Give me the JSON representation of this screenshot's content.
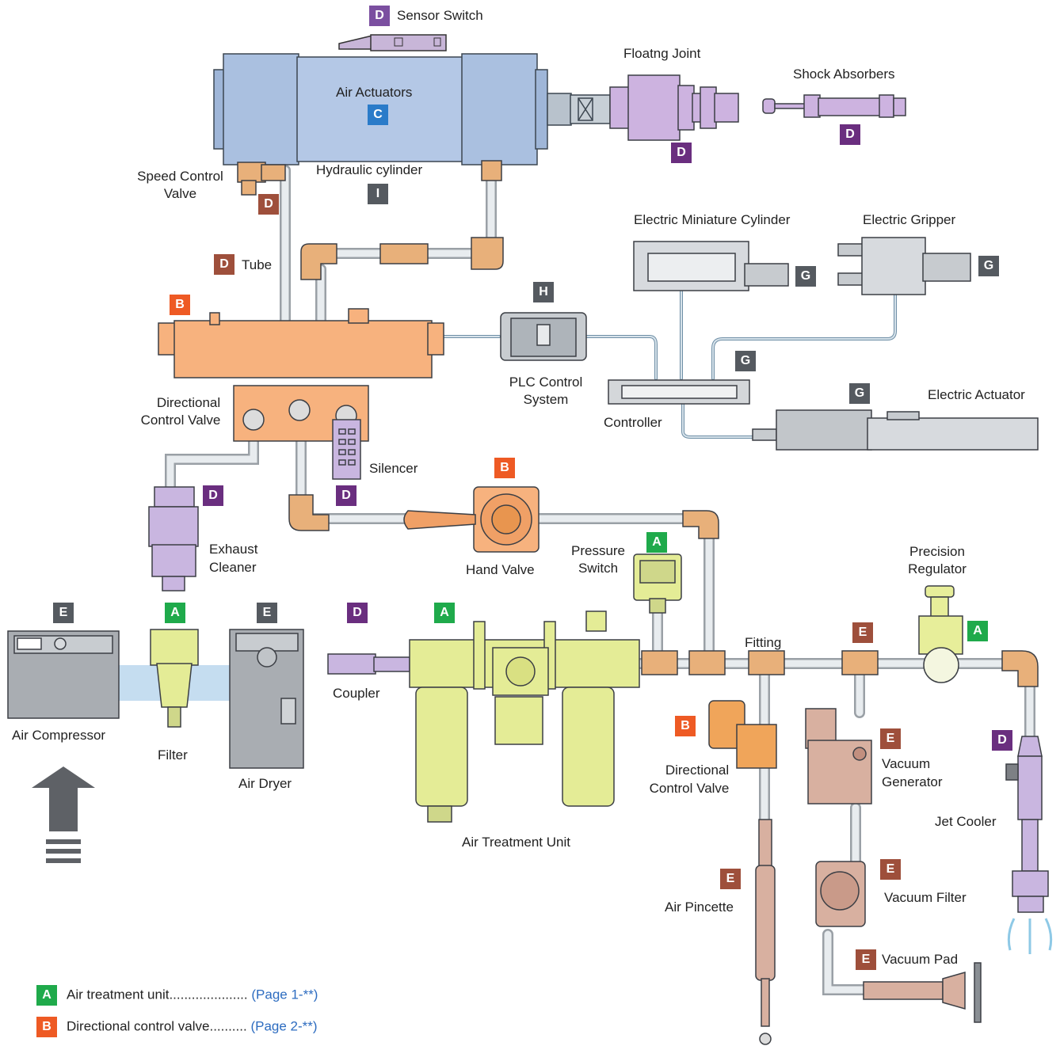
{
  "colors": {
    "A": "#1faa4b",
    "B": "#ee5a24",
    "C": "#2a7bc9",
    "D_dark": "#6a2e7f",
    "D_light": "#7b4fa0",
    "E": "#9e4f3b",
    "G": "#555a60",
    "H": "#555a60",
    "I": "#555a60",
    "link": "#2d6cc0"
  },
  "labels": {
    "sensor_switch": "Sensor Switch",
    "air_actuators": "Air Actuators",
    "floating_joint": "Floatng Joint",
    "shock_absorbers": "Shock Absorbers",
    "speed_control_1": "Speed Control",
    "speed_control_2": "Valve",
    "hydraulic_cylinder": "Hydraulic cylinder",
    "tube": "Tube",
    "electric_mini_cylinder": "Electric Miniature Cylinder",
    "electric_gripper": "Electric Gripper",
    "plc_1": "PLC Control",
    "plc_2": "System",
    "controller": "Controller",
    "electric_actuator": "Electric Actuator",
    "dcv_1": "Directional",
    "dcv_2": "Control Valve",
    "silencer": "Silencer",
    "exhaust_1": "Exhaust",
    "exhaust_2": "Cleaner",
    "hand_valve": "Hand Valve",
    "pressure_1": "Pressure",
    "pressure_2": "Switch",
    "precision_1": "Precision",
    "precision_2": "Regulator",
    "fitting": "Fitting",
    "air_compressor": "Air Compressor",
    "filter": "Filter",
    "air_dryer": "Air Dryer",
    "coupler": "Coupler",
    "air_treatment_unit": "Air Treatment Unit",
    "dcv2_1": "Directional",
    "dcv2_2": "Control Valve",
    "vacuum_gen_1": "Vacuum",
    "vacuum_gen_2": "Generator",
    "jet_cooler": "Jet Cooler",
    "air_pincette": "Air Pincette",
    "vacuum_filter": "Vacuum Filter",
    "vacuum_pad": "Vacuum Pad"
  },
  "badges": {
    "A": "A",
    "B": "B",
    "C": "C",
    "D": "D",
    "E": "E",
    "G": "G",
    "H": "H",
    "I": "I"
  },
  "legend": [
    {
      "badge": "A",
      "text": "Air treatment unit.....................",
      "page": "(Page 1-**)"
    },
    {
      "badge": "B",
      "text": "Directional control valve..........",
      "page": "(Page 2-**)"
    }
  ]
}
